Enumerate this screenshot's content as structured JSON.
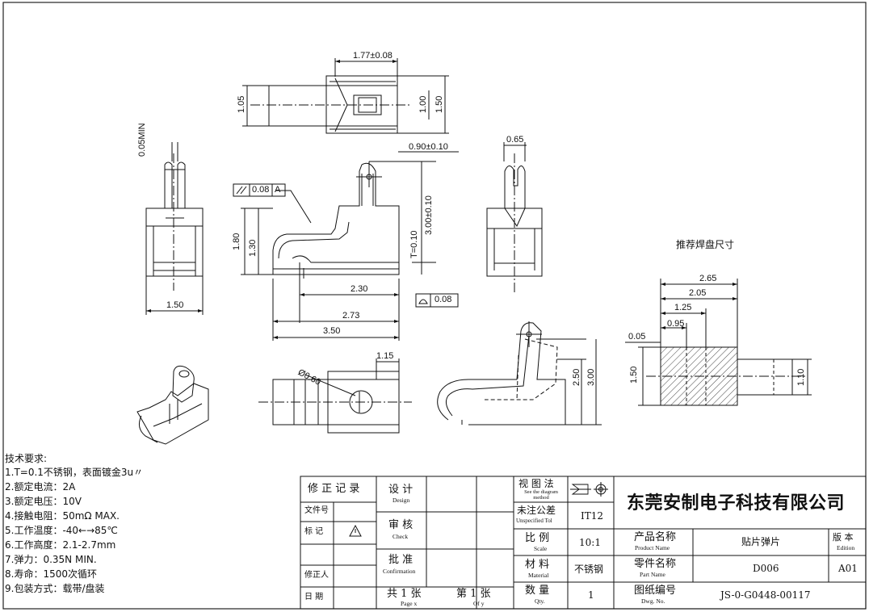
{
  "dimensions": {
    "top_width": "1.77±0.08",
    "top_height": "1.05",
    "top_inner": "1.00",
    "top_outer": "1.50",
    "gap_min": "0.05MIN",
    "side_width": "1.50",
    "height_180": "1.80",
    "height_130": "1.30",
    "parallel_tol": "0.08",
    "datum": "A",
    "top_offset": "0.90±0.10",
    "total_height": "3.00±0.10",
    "thickness": "T=0.10",
    "len_230": "2.30",
    "len_273": "2.73",
    "len_350": "3.50",
    "flatness": "0.08",
    "right_width": "0.65",
    "bottom_115": "1.15",
    "hole_dia": "Ø0.60",
    "side_250": "2.50",
    "side_300": "3.00"
  },
  "pad": {
    "title": "推荐焊盘尺寸",
    "d_265": "2.65",
    "d_205": "2.05",
    "d_125": "1.25",
    "d_095": "0.95",
    "d_005": "0.05",
    "d_150": "1.50",
    "d_110": "1.10"
  },
  "requirements": {
    "title": "技术要求:",
    "items": [
      "1.T=0.1不锈钢，表面镀金3u〃",
      "2.额定电流：2A",
      "3.额定电压：10V",
      "4.接触电阻：50mΩ  MAX.",
      "5.工作温度：-40←→85℃",
      "6.工作高度：2.1-2.7mm",
      "7.弹力：0.35N MIN.",
      "8.寿命：1500次循环",
      "9.包装方式：载带/盘装"
    ]
  },
  "titleblock": {
    "revision_record": "修 正 记 录",
    "file_no": "文件号",
    "mark": "标  记",
    "revised_by": "修正人",
    "date": "日 期",
    "design_cn": "设 计",
    "design_en": "Design",
    "check_cn": "审 核",
    "check_en": "Check",
    "confirm_cn": "批 准",
    "confirm_en": "Confirmation",
    "total_cn": "共  1  张",
    "total_en": "Page x",
    "page_cn": "第  1  张",
    "page_en": "Of y",
    "view_cn": "视 图 法",
    "view_en": "See the diagram method",
    "tol_cn": "未注公差",
    "tol_en": "Unspecified Tol",
    "tol_val": "IT12",
    "scale_cn": "比  例",
    "scale_en": "Scale",
    "scale_val": "10:1",
    "material_cn": "材  料",
    "material_en": "Material",
    "material_val": "不锈钢",
    "qty_cn": "数  量",
    "qty_en": "Qty.",
    "qty_val": "1",
    "company": "东莞安制电子科技有限公司",
    "product_cn": "产品名称",
    "product_en": "Product Name",
    "product_val": "贴片弹片",
    "edition_cn": "版  本",
    "edition_en": "Edition",
    "part_cn": "零件名称",
    "part_en": "Part Name",
    "part_val": "D006",
    "edition_val": "A01",
    "dwg_cn": "图纸编号",
    "dwg_en": "Dwg. No.",
    "dwg_val": "JS-0-G0448-00117"
  }
}
